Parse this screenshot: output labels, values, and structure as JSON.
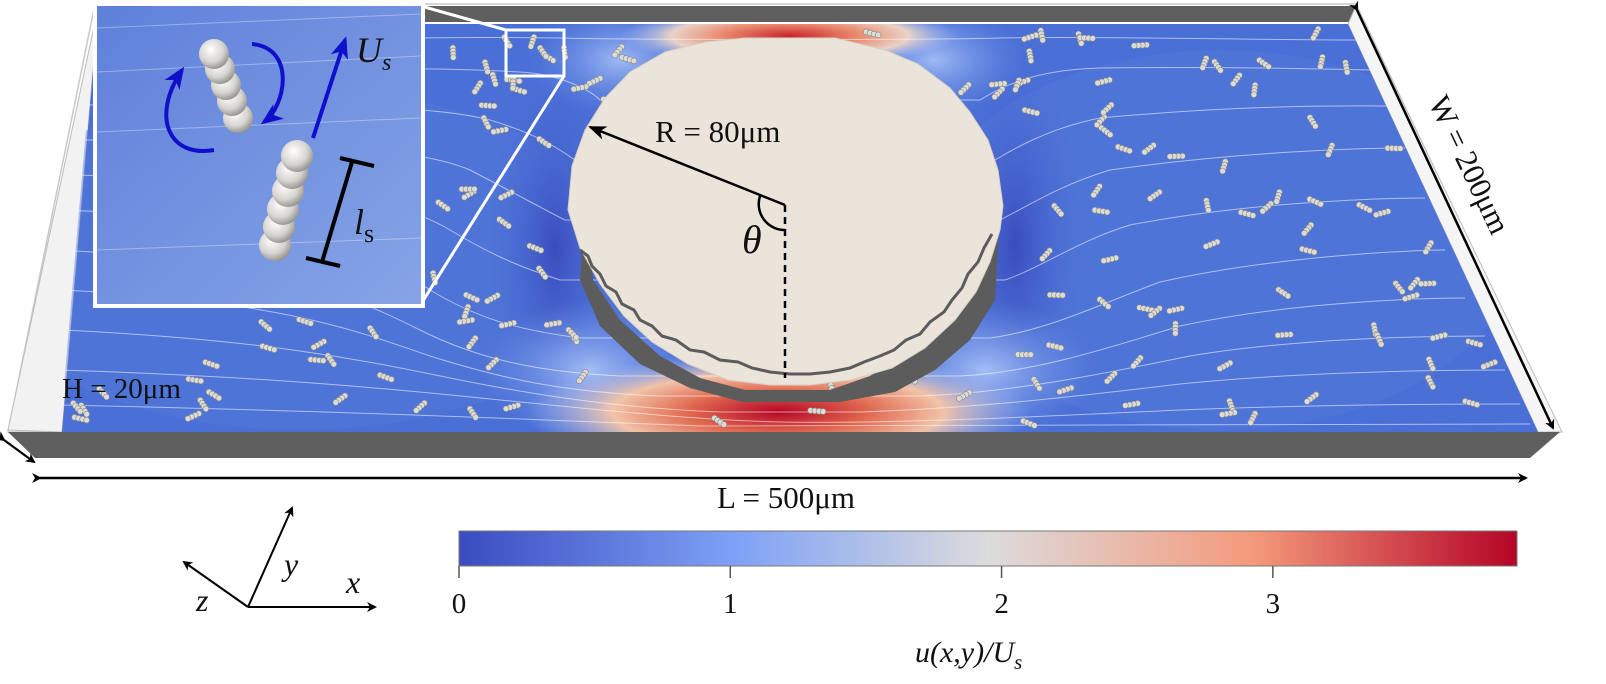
{
  "labels": {
    "radius": "R = 80μm",
    "width": "W = 200μm",
    "height": "H = 20μm",
    "length": "L = 500μm",
    "angle": "θ",
    "swim_speed": "U",
    "swim_speed_sub": "s",
    "swimmer_length": "l",
    "swimmer_length_sub": "s"
  },
  "axes_triad": {
    "x": "x",
    "y": "y",
    "z": "z"
  },
  "colorbar": {
    "title": "u(x,y)/U",
    "title_sub": "s",
    "ticks": [
      "0",
      "1",
      "2",
      "3"
    ],
    "tick_values": [
      0,
      1,
      2,
      3
    ],
    "max_value": 3.9,
    "colors": [
      "#3a4cc0",
      "#7ea1f6",
      "#dcdcdd",
      "#f49a7b",
      "#b40426"
    ]
  },
  "colors": {
    "channel": "#4a6fd6",
    "obstacle": "#ebe4da",
    "wall": "#5f5f5f",
    "arrow_blue": "#1010cc",
    "swimmer": "#dcdbd6"
  }
}
